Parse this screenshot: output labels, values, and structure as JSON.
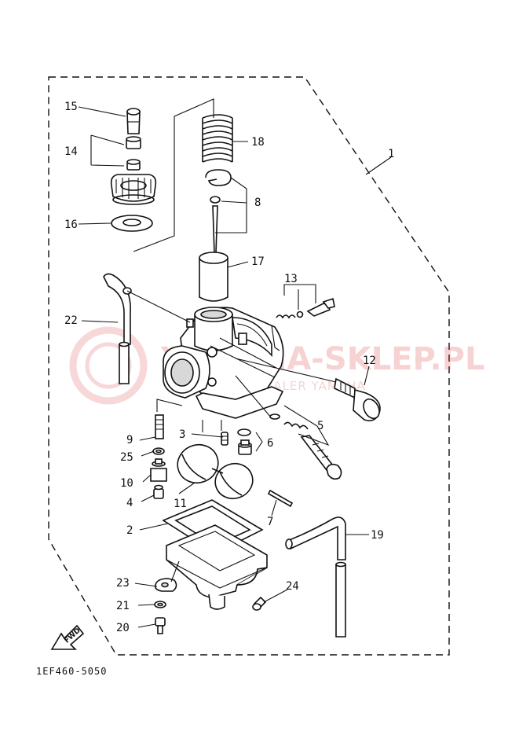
{
  "diagram": {
    "drawing_code": "1EF460-5050",
    "direction_marker": "FWD",
    "watermark": {
      "main": "YAMAHA-SKLEP.PL",
      "sub": "OFICJALNY DEALER YAMAHA"
    },
    "callouts": [
      "1",
      "2",
      "3",
      "4",
      "5",
      "6",
      "7",
      "8",
      "9",
      "10",
      "11",
      "12",
      "13",
      "14",
      "15",
      "16",
      "17",
      "18",
      "19",
      "20",
      "21",
      "22",
      "23",
      "24",
      "25"
    ]
  },
  "colors": {
    "ink": "#111111",
    "watermark": "#d9383a",
    "background": "#ffffff"
  }
}
